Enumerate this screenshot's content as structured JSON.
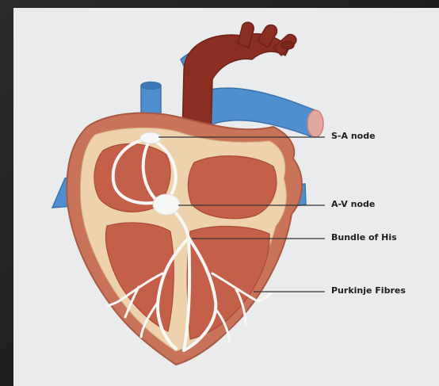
{
  "diagram": {
    "labels": {
      "sa_node": "S-A node",
      "av_node": "A-V node",
      "bundle_of_his": "Bundle of His",
      "purkinje_fibres": "Purkinje Fibres"
    }
  }
}
